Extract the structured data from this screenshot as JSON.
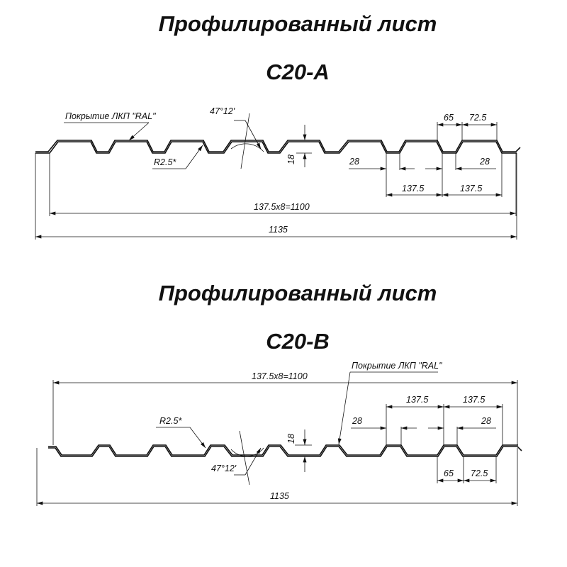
{
  "drawing_a": {
    "title": "Профилированный лист",
    "subtitle": "С20-А",
    "coating": "Покрытие ЛКП \"RAL\"",
    "radius": "R2.5*",
    "angle": "47°12'",
    "height": "18",
    "top_flat": "28",
    "bottom_flat": "28",
    "top_width": "65",
    "slope_width": "72.5",
    "pitch_1": "137.5",
    "pitch_2": "137.5",
    "working_width": "137.5x8=1100",
    "full_width": "1135"
  },
  "drawing_b": {
    "title": "Профилированный лист",
    "subtitle": "С20-В",
    "coating": "Покрытие ЛКП \"RAL\"",
    "radius": "R2.5*",
    "angle": "47°12'",
    "height": "18",
    "top_flat": "28",
    "bottom_flat": "28",
    "top_width": "65",
    "slope_width": "72.5",
    "pitch_1": "137.5",
    "pitch_2": "137.5",
    "working_width": "137.5x8=1100",
    "full_width": "1135"
  }
}
